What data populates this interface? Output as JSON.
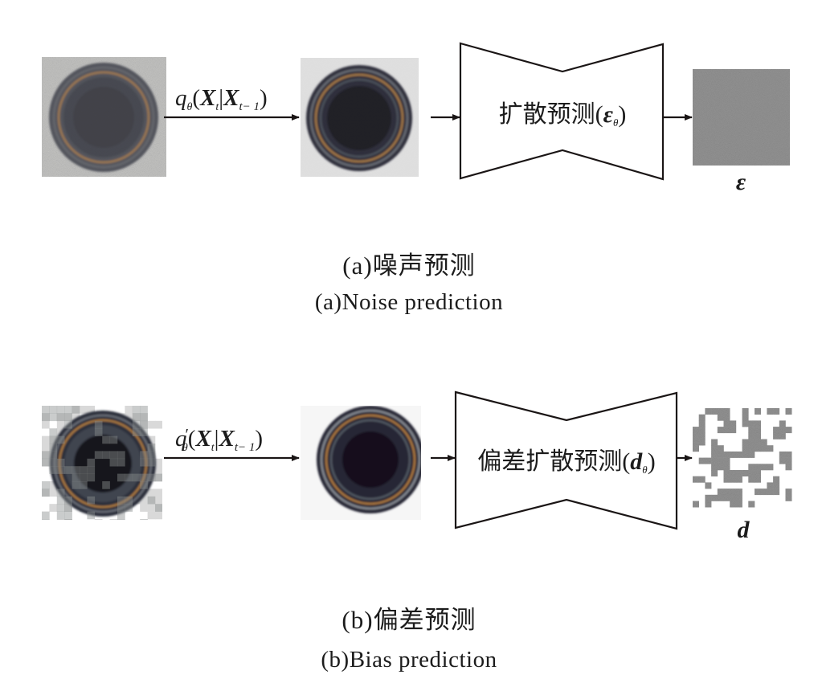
{
  "figure": {
    "panels": [
      {
        "id": "a",
        "transition_label": {
          "func": "q",
          "func_sub": "θ",
          "func_prime": "",
          "open": "(",
          "var1": "X",
          "var1_sub": "t",
          "bar": "|",
          "var2": "X",
          "var2_sub": "t− 1",
          "close": ")"
        },
        "network_label": {
          "text": "扩散预测(",
          "symbol": "ε",
          "symbol_sub": "θ",
          "close": ")"
        },
        "output_label": "ε",
        "output_kind": "gaussian-noise",
        "input_image": "noisy-coin-image",
        "intermediate_image": "denoised-coin-image",
        "caption_zh": {
          "prefix": "(a)",
          "text": "噪声预测"
        },
        "caption_en": {
          "prefix": "(a)",
          "text": "Noise prediction"
        }
      },
      {
        "id": "b",
        "transition_label": {
          "func": "q",
          "func_sub": "θ",
          "func_prime": "′",
          "open": "(",
          "var1": "X",
          "var1_sub": "t",
          "bar": "|",
          "var2": "X",
          "var2_sub": "t− 1",
          "close": ")"
        },
        "network_label": {
          "text": "偏差扩散预测(",
          "symbol": "d",
          "symbol_sub": "θ",
          "close": ")"
        },
        "output_label": "d",
        "output_kind": "masked-block-noise",
        "input_image": "masked-coin-image",
        "intermediate_image": "clean-coin-image",
        "caption_zh": {
          "prefix": "(b)",
          "text": "偏差预测"
        },
        "caption_en": {
          "prefix": "(b)",
          "text": "Bias prediction"
        }
      }
    ],
    "colors": {
      "line": "#1a1515",
      "noise_gray": "#8e8e8e",
      "coin_dark": "#1d1d2a",
      "coin_ring_gold": "#b07a3c",
      "coin_ring_gray": "#6b7077",
      "background_patch": "#dcdcdc"
    }
  }
}
